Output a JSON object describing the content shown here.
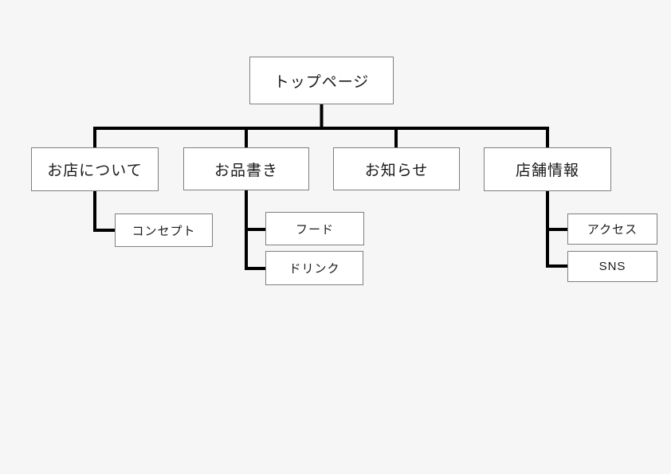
{
  "colors": {
    "background": "#f6f6f6",
    "box_fill": "#ffffff",
    "box_border": "#7f7f7f",
    "connector": "#000000",
    "text": "#1a1a1a"
  },
  "sitemap": {
    "root": {
      "label": "トップページ"
    },
    "sections": [
      {
        "label": "お店について",
        "children": [
          {
            "label": "コンセプト"
          }
        ]
      },
      {
        "label": "お品書き",
        "children": [
          {
            "label": "フード"
          },
          {
            "label": "ドリンク"
          }
        ]
      },
      {
        "label": "お知らせ",
        "children": []
      },
      {
        "label": "店舗情報",
        "children": [
          {
            "label": "アクセス"
          },
          {
            "label": "SNS"
          }
        ]
      }
    ]
  }
}
